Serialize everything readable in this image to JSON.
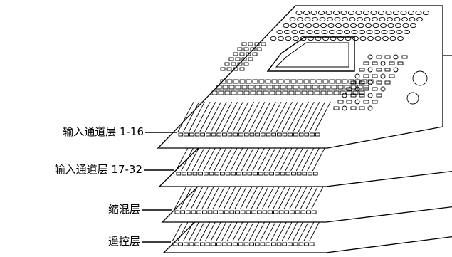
{
  "layers": [
    {
      "id": "input-1-16",
      "label": "输入通道层 1-16"
    },
    {
      "id": "input-17-32",
      "label": "输入通道层 17-32"
    },
    {
      "id": "mix",
      "label": "缩混层"
    },
    {
      "id": "remote",
      "label": "遥控层"
    }
  ]
}
